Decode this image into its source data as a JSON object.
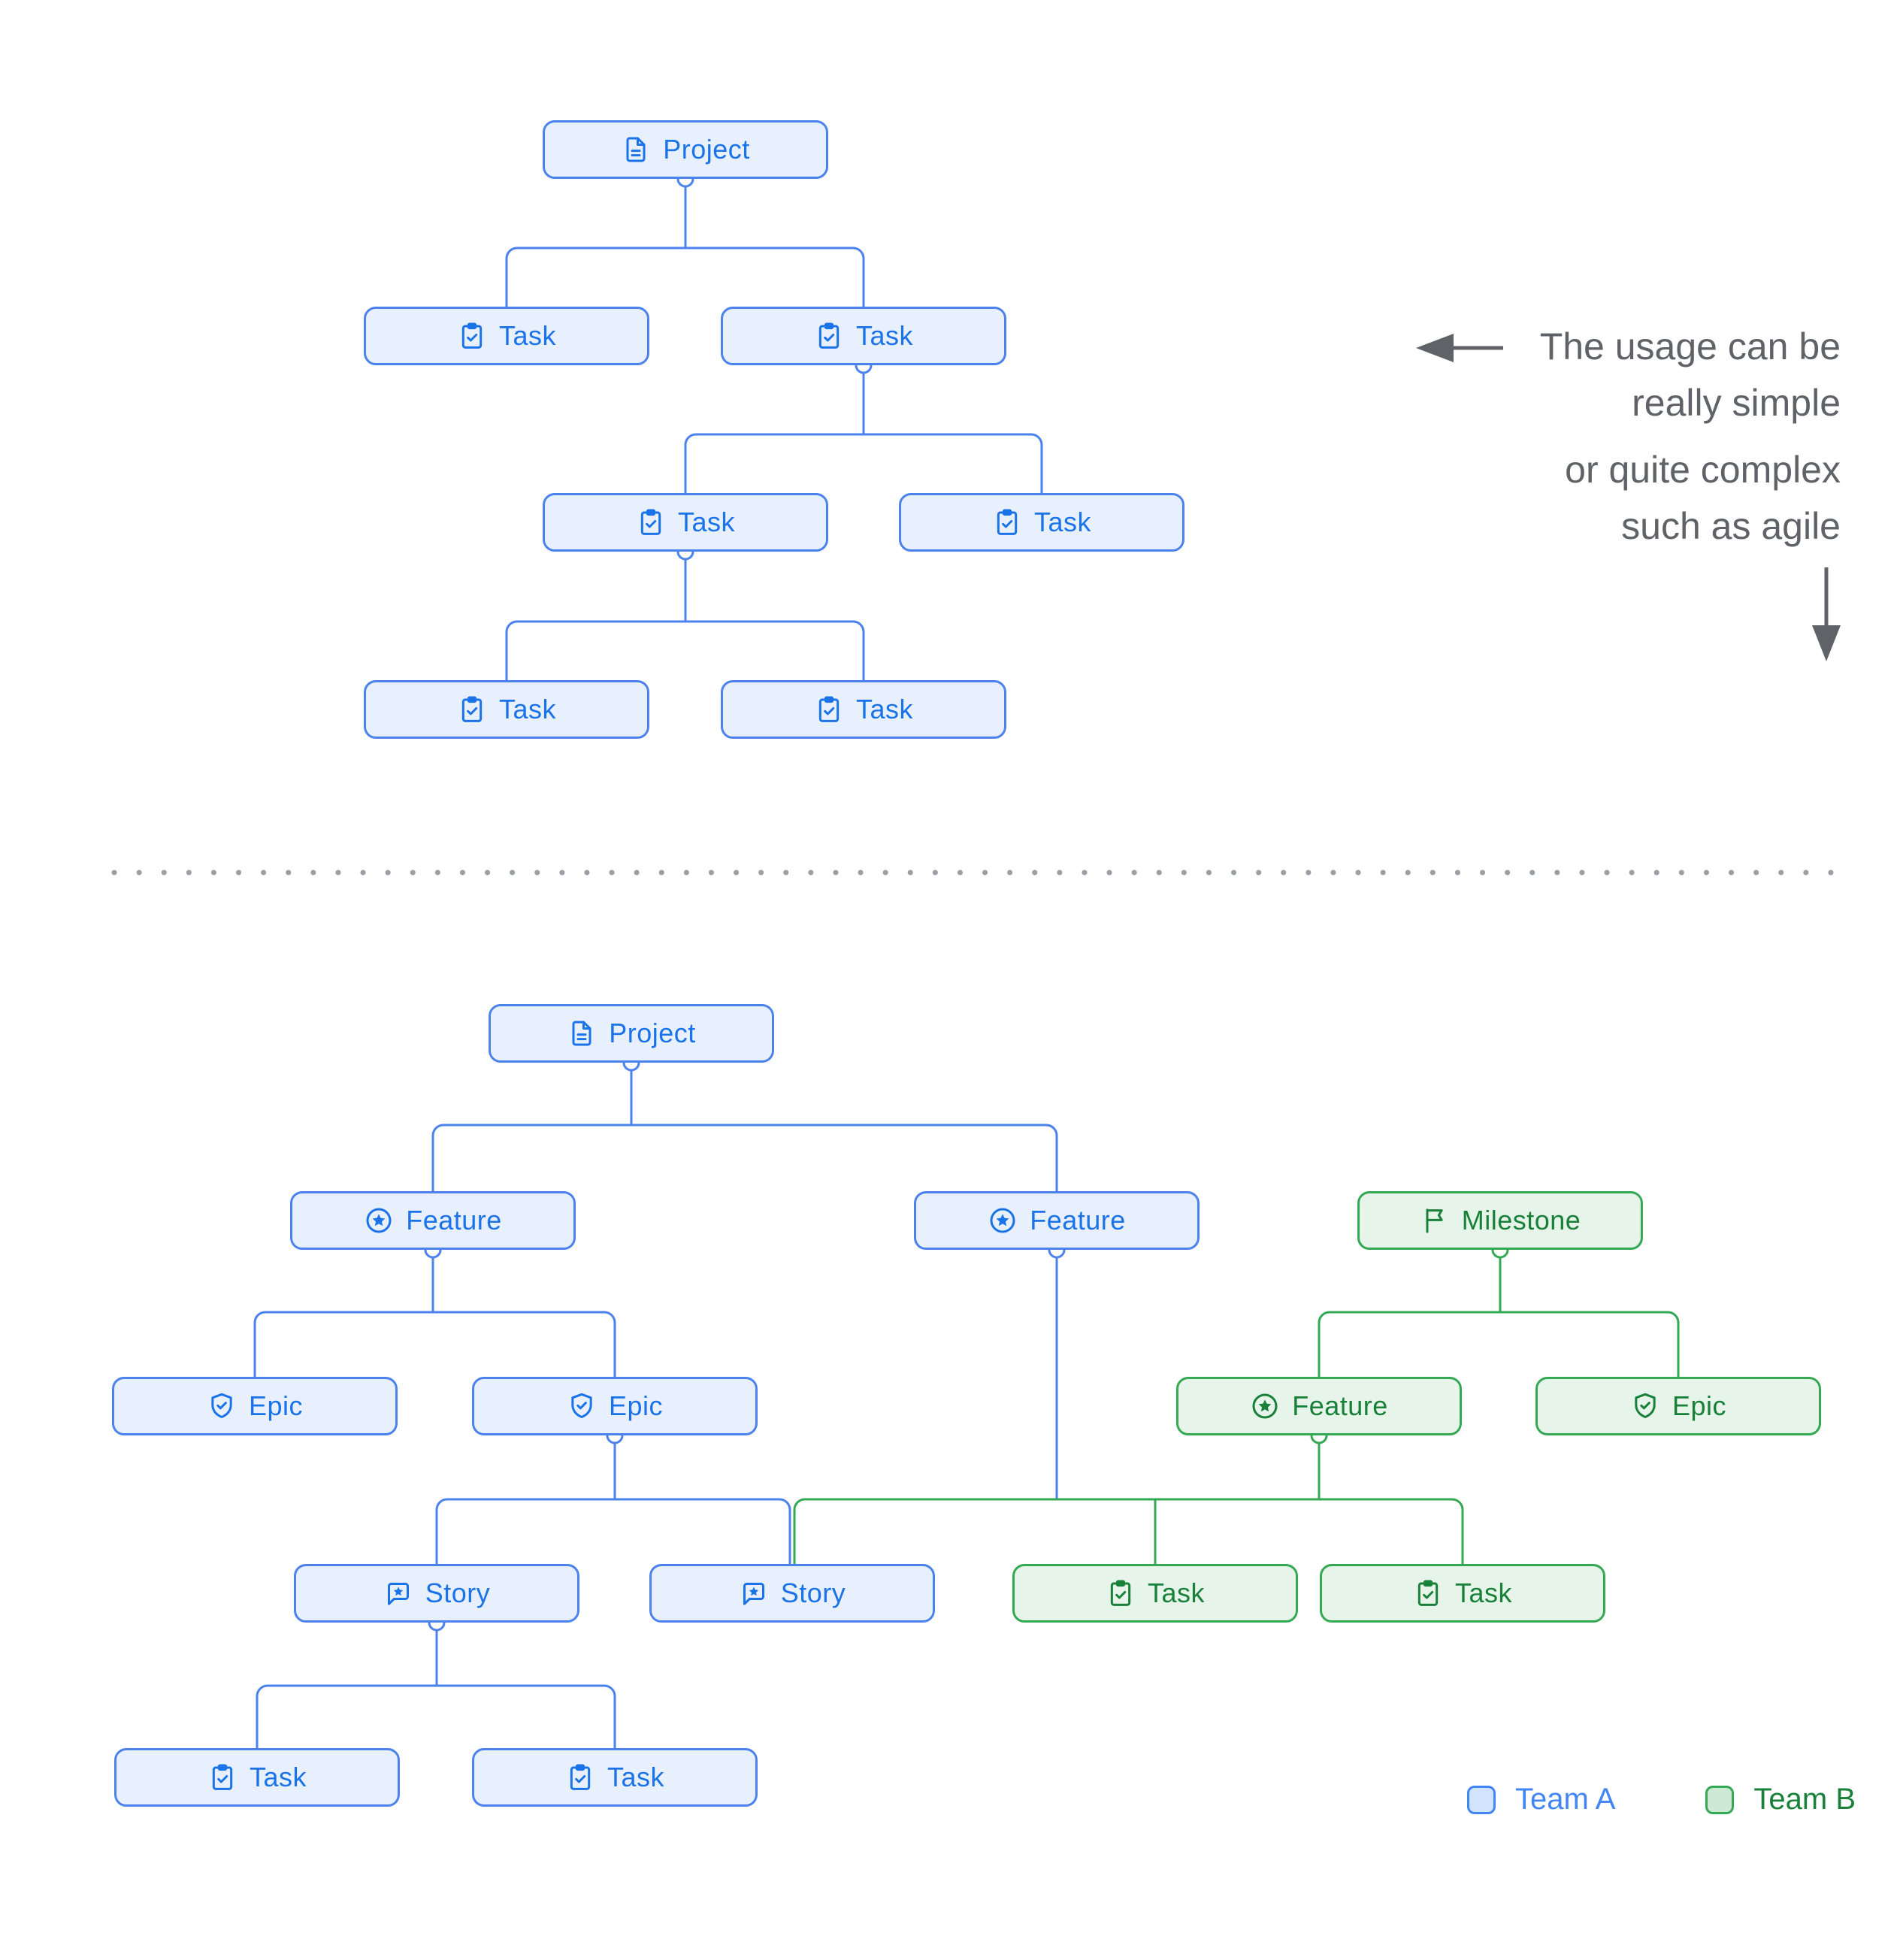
{
  "diagram": {
    "title_implicit": "Project hierarchy usage",
    "annotation": {
      "line1": "The usage can be",
      "line2": "really simple",
      "line3": "or quite complex",
      "line4": "such as agile"
    },
    "simple_tree": {
      "nodes": [
        {
          "id": "project",
          "label": "Project",
          "icon": "document-icon",
          "team": "A"
        },
        {
          "id": "task1",
          "label": "Task",
          "icon": "task-icon",
          "team": "A"
        },
        {
          "id": "task2",
          "label": "Task",
          "icon": "task-icon",
          "team": "A"
        },
        {
          "id": "task3",
          "label": "Task",
          "icon": "task-icon",
          "team": "A"
        },
        {
          "id": "task4",
          "label": "Task",
          "icon": "task-icon",
          "team": "A"
        },
        {
          "id": "task5",
          "label": "Task",
          "icon": "task-icon",
          "team": "A"
        },
        {
          "id": "task6",
          "label": "Task",
          "icon": "task-icon",
          "team": "A"
        }
      ],
      "edges": [
        [
          "project",
          "task1"
        ],
        [
          "project",
          "task2"
        ],
        [
          "task2",
          "task3"
        ],
        [
          "task2",
          "task4"
        ],
        [
          "task3",
          "task5"
        ],
        [
          "task3",
          "task6"
        ]
      ]
    },
    "complex_tree": {
      "nodes": [
        {
          "id": "project",
          "label": "Project",
          "icon": "document-icon",
          "team": "A"
        },
        {
          "id": "feature_a1",
          "label": "Feature",
          "icon": "feature-icon",
          "team": "A"
        },
        {
          "id": "feature_a2",
          "label": "Feature",
          "icon": "feature-icon",
          "team": "A"
        },
        {
          "id": "milestone",
          "label": "Milestone",
          "icon": "flag-icon",
          "team": "B"
        },
        {
          "id": "epic_a1",
          "label": "Epic",
          "icon": "epic-icon",
          "team": "A"
        },
        {
          "id": "epic_a2",
          "label": "Epic",
          "icon": "epic-icon",
          "team": "A"
        },
        {
          "id": "feature_b",
          "label": "Feature",
          "icon": "feature-icon",
          "team": "B"
        },
        {
          "id": "epic_b",
          "label": "Epic",
          "icon": "epic-icon",
          "team": "B"
        },
        {
          "id": "story_1",
          "label": "Story",
          "icon": "story-icon",
          "team": "A"
        },
        {
          "id": "story_2",
          "label": "Story",
          "icon": "story-icon",
          "team": "A"
        },
        {
          "id": "task_b1",
          "label": "Task",
          "icon": "task-icon",
          "team": "B"
        },
        {
          "id": "task_b2",
          "label": "Task",
          "icon": "task-icon",
          "team": "B"
        },
        {
          "id": "task_a1",
          "label": "Task",
          "icon": "task-icon",
          "team": "A"
        },
        {
          "id": "task_a2",
          "label": "Task",
          "icon": "task-icon",
          "team": "A"
        }
      ],
      "edges": [
        [
          "project",
          "feature_a1"
        ],
        [
          "project",
          "feature_a2"
        ],
        [
          "milestone",
          "feature_b"
        ],
        [
          "milestone",
          "epic_b"
        ],
        [
          "feature_a1",
          "epic_a1"
        ],
        [
          "feature_a1",
          "epic_a2"
        ],
        [
          "epic_a2",
          "story_1"
        ],
        [
          "epic_a2",
          "story_2"
        ],
        [
          "feature_a2",
          "story_2"
        ],
        [
          "feature_a2",
          "task_b1"
        ],
        [
          "feature_a2",
          "task_b2"
        ],
        [
          "feature_b",
          "story_2"
        ],
        [
          "feature_b",
          "task_b1"
        ],
        [
          "feature_b",
          "task_b2"
        ],
        [
          "story_1",
          "task_a1"
        ],
        [
          "story_1",
          "task_a2"
        ]
      ]
    },
    "legend": {
      "team_a": "Team A",
      "team_b": "Team B"
    },
    "colors": {
      "team_a_border": "#4b82ec",
      "team_a_fill": "#e8f0fe",
      "team_a_text": "#1a73e8",
      "team_b_border": "#34a853",
      "team_b_fill": "#e6f4ea",
      "team_b_text": "#188038",
      "annotation_gray": "#5f6368",
      "divider_dot_gray": "#9aa0a6"
    }
  }
}
